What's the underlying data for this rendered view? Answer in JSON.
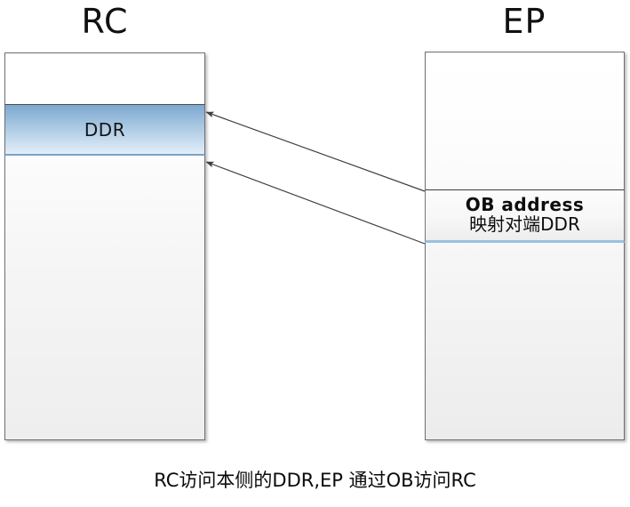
{
  "diagram": {
    "title_left": "RC",
    "title_right": "EP",
    "caption": "RC访问本侧的DDR,EP 通过OB访问RC",
    "colors": {
      "ddr_band_top": "#7da8d0",
      "ddr_band_bottom": "#e2edf7",
      "box_border": "#6f6f6f",
      "ob_bottom_border": "#9cc0de",
      "arrow": "#3f3f3f",
      "background": "#ffffff"
    },
    "rc_box": {
      "name": "RC",
      "blocks": [
        {
          "label": "",
          "kind": "plain-upper"
        },
        {
          "label": "DDR",
          "kind": "highlighted-band"
        },
        {
          "label": "",
          "kind": "plain-lower"
        }
      ]
    },
    "ep_box": {
      "name": "EP",
      "blocks": [
        {
          "label": "",
          "kind": "plain-upper"
        },
        {
          "label_line_1": "OB address",
          "label_line_2": "映射对端DDR",
          "kind": "mapped-window"
        },
        {
          "label": "",
          "kind": "plain-lower"
        }
      ]
    },
    "connectors": [
      {
        "id": "ob-to-ddr-top",
        "from": "OB address block (top-left)",
        "to": "RC DDR band (top-right)",
        "direction": "right-to-left",
        "arrowhead": "target"
      },
      {
        "id": "ob-to-ddr-bottom",
        "from": "OB address block (bottom-left)",
        "to": "RC DDR band (bottom-right)",
        "direction": "right-to-left",
        "arrowhead": "target"
      }
    ]
  }
}
